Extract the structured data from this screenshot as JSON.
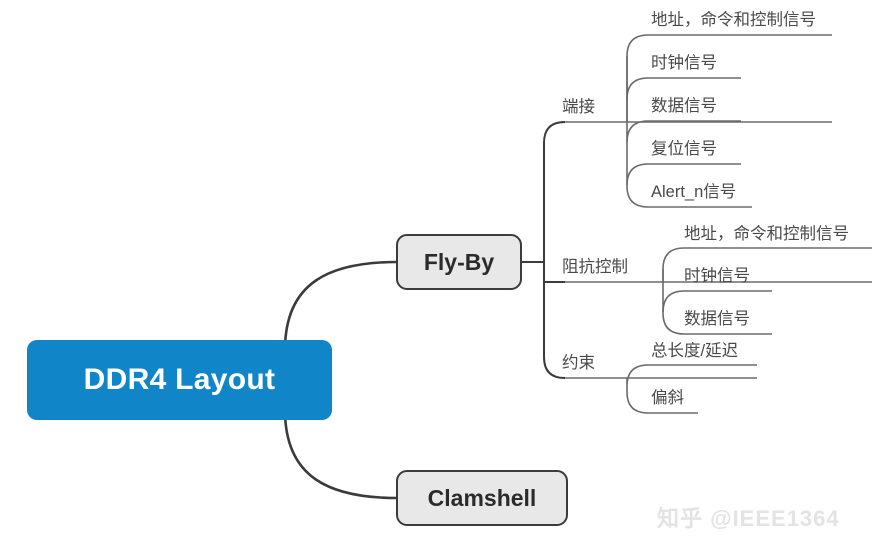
{
  "diagram": {
    "type": "mind-map",
    "root": {
      "label": "DDR4 Layout",
      "color": "#1085c8",
      "text_color": "#ffffff"
    },
    "branches": [
      {
        "label": "Fly-By",
        "color": "#e8e8e8",
        "border_color": "#3b3b3b",
        "groups": [
          {
            "label": "端接",
            "items": [
              "地址，命令和控制信号",
              "时钟信号",
              "数据信号",
              "复位信号",
              "Alert_n信号"
            ]
          },
          {
            "label": "阻抗控制",
            "items": [
              "地址，命令和控制信号",
              "时钟信号",
              "数据信号"
            ]
          },
          {
            "label": "约束",
            "items": [
              "总长度/延迟",
              "偏斜"
            ]
          }
        ]
      },
      {
        "label": "Clamshell",
        "color": "#e8e8e8",
        "border_color": "#3b3b3b",
        "groups": []
      }
    ],
    "line_color": "#3b3b3b",
    "leaf_line_color": "#6b6b6b"
  },
  "watermark": {
    "text": "知乎 @IEEE1364",
    "color": "#e3e3e3"
  }
}
